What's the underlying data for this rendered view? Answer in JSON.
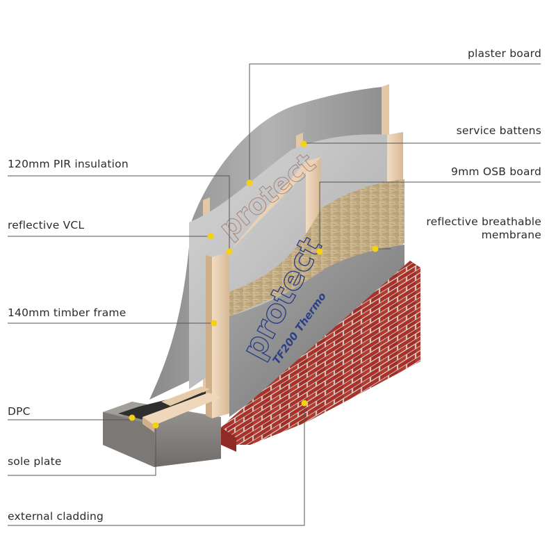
{
  "labels": {
    "plaster_board": "plaster board",
    "service_battens": "service battens",
    "osb_board": "9mm OSB board",
    "reflective_breathable_membrane_line1": "reflective breathable",
    "reflective_breathable_membrane_line2": "membrane",
    "pir_insulation": "120mm PIR insulation",
    "reflective_vcl": "reflective VCL",
    "timber_frame": "140mm timber frame",
    "dpc": "DPC",
    "sole_plate": "sole plate",
    "external_cladding": "external cladding"
  },
  "product_branding": {
    "brand": "protect",
    "product": "TF200 Thermo"
  },
  "colors": {
    "leader_line": "#555555",
    "marker_dot": "#f4d20c",
    "brick": "#a8322b",
    "mortar": "#d9d2c8",
    "timber": "#e8cfb2",
    "osb": "#c9b48c",
    "membrane": "#8f8f8f",
    "insulation": "#b9b9b9",
    "plaster": "#9c9c9c",
    "concrete": "#8a8784",
    "dpc": "#2e2e2e",
    "branding_text": "#2c3f88"
  }
}
